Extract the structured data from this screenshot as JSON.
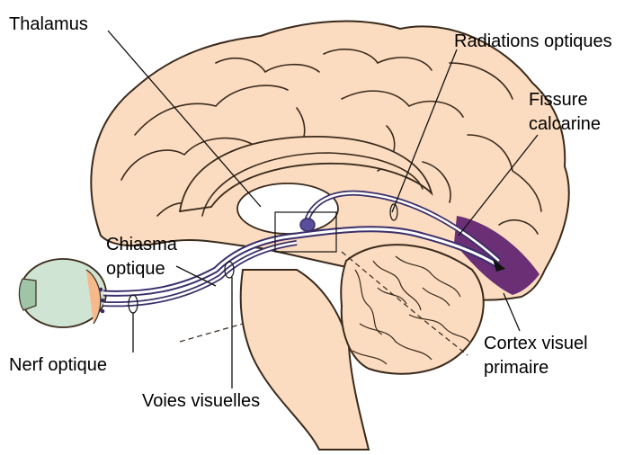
{
  "labels": {
    "thalamus": "Thalamus",
    "radiations": "Radiations optiques",
    "fissure_1": "Fissure",
    "fissure_2": "calcarine",
    "chiasma_1": "Chiasma",
    "chiasma_2": "optique",
    "nerf": "Nerf optique",
    "voies": "Voies visuelles",
    "cortex_1": "Cortex visuel",
    "cortex_2": "primaire"
  },
  "colors": {
    "brain": "#fbdcc0",
    "outline": "#3a2a1c",
    "visual_cortex": "#6a2f74",
    "eye": "#cfe4d2",
    "pathway": "#3b2f6b"
  }
}
